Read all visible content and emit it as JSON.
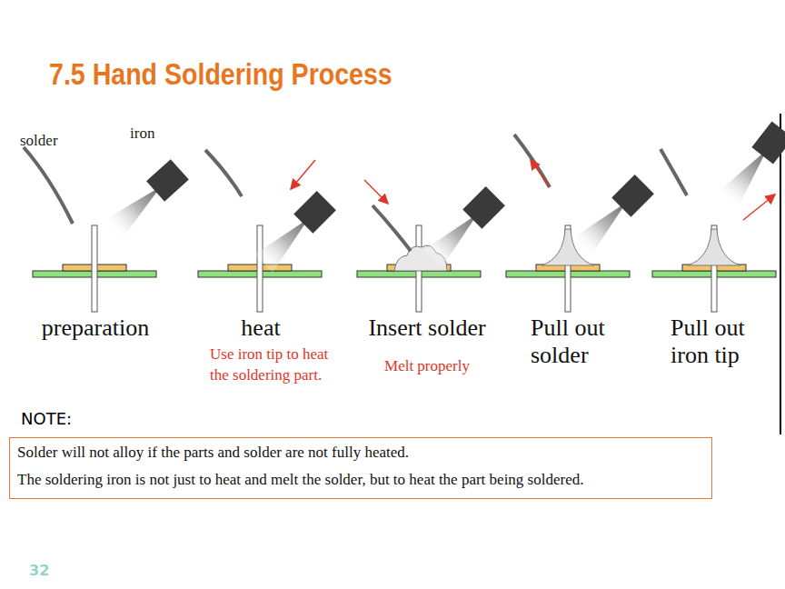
{
  "diagram": {
    "title": "7.5 Hand Soldering Process",
    "nodes": [
      {
        "text": [
          "NOTE:",
          "Solder will not alloy if the parts and solder are not fully heated.",
          "The soldering iron is not just to heat and melt the solder, but to heat the part being soldered."
        ]
      }
    ],
    "edges": [],
    "labels": [
      "solder",
      "iron",
      "preparation",
      "heat",
      "Use iron tip to heat the soldering part.",
      "Insert solder",
      "Melt properly",
      "Pull out solder",
      "Pull out iron tip",
      "32"
    ]
  }
}
